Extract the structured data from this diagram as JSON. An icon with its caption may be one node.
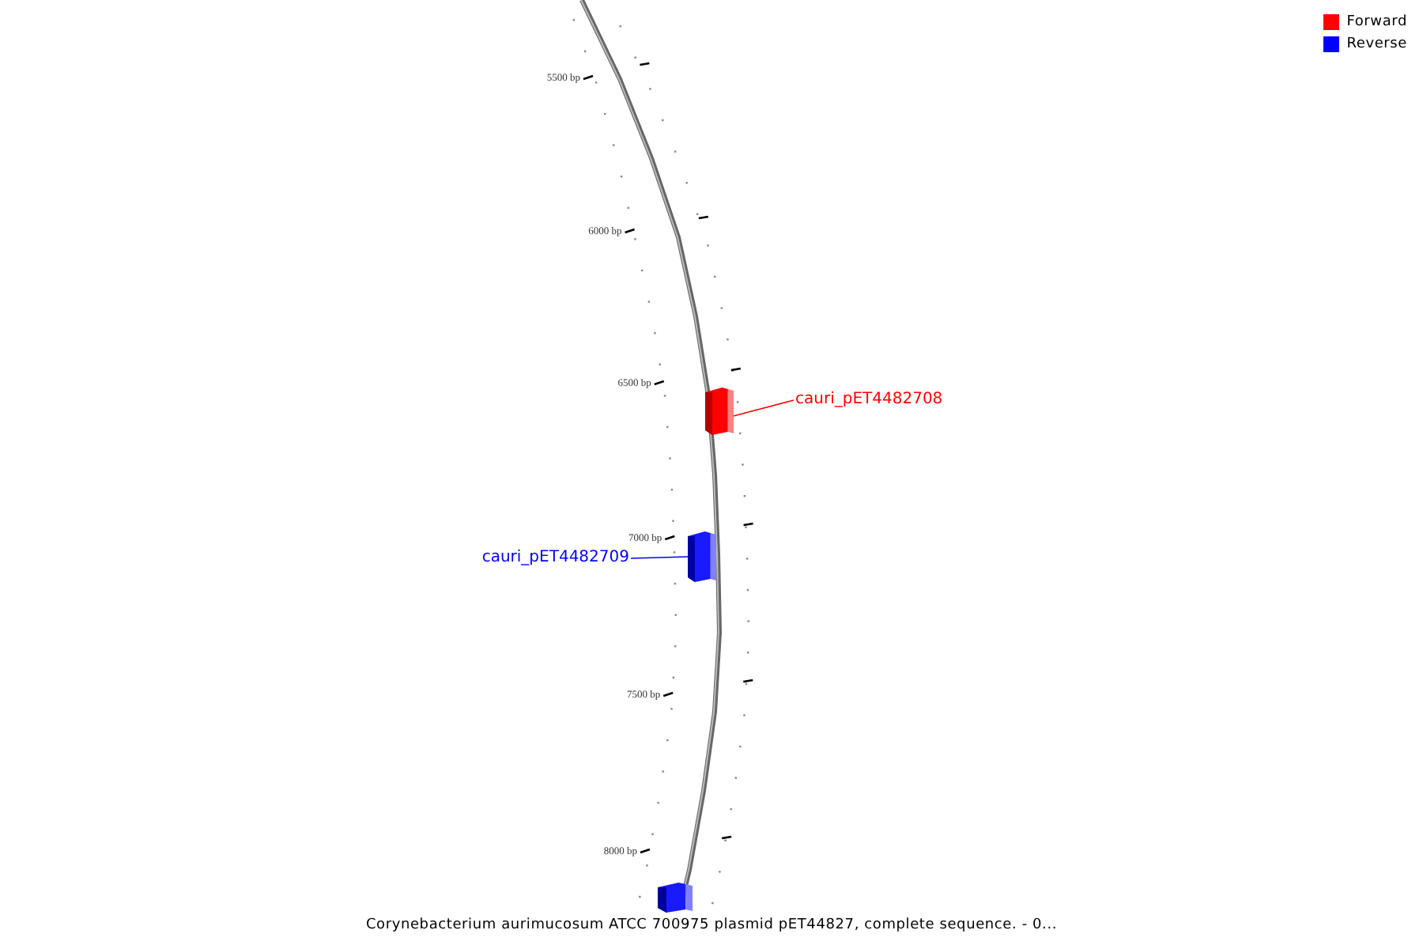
{
  "diagram": {
    "caption": "Corynebacterium aurimucosum ATCC 700975 plasmid pET44827, complete sequence. - 0...",
    "nodes": [
      {
        "text": [
          "cauri_pET4482708"
        ]
      },
      {
        "text": [],
        "shape": "box"
      },
      {
        "text": [
          "cauri_pET4482709"
        ]
      },
      {
        "text": [],
        "shape": "box"
      },
      {
        "text": [],
        "shape": "box"
      }
    ],
    "edges": [
      {
        "from": 0,
        "to": 1,
        "arrow": "none",
        "color": "#ff0000"
      },
      {
        "from": 2,
        "to": 3,
        "arrow": "none",
        "color": "#0000ff"
      }
    ],
    "labels": [
      "5500 bp",
      "6000 bp",
      "6500 bp",
      "7000 bp",
      "7500 bp",
      "8000 bp"
    ],
    "legend": [
      {
        "text": "Forward",
        "color": "#ff0000"
      },
      {
        "text": "Reverse",
        "color": "#0000ff"
      }
    ]
  }
}
